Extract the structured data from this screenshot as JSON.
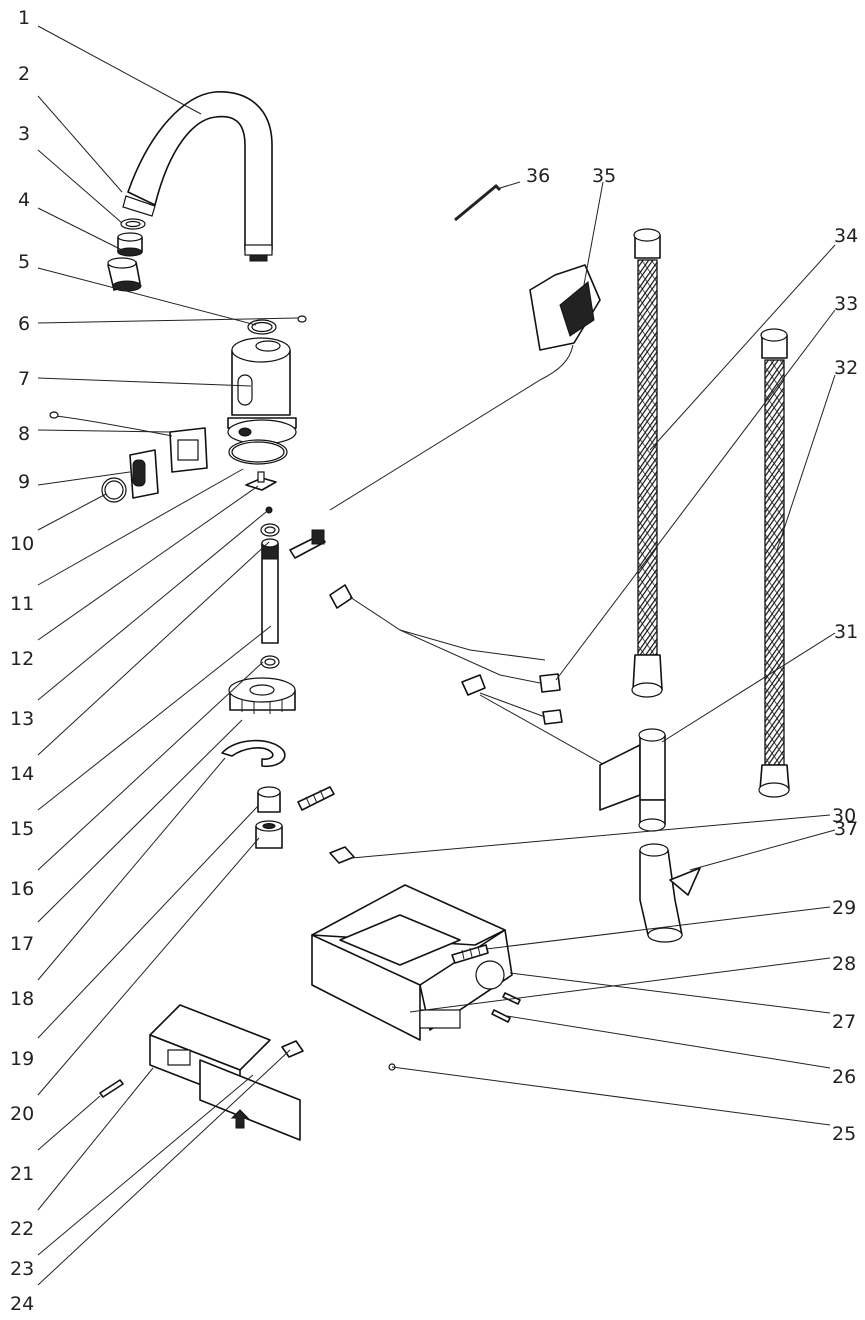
{
  "diagram": {
    "callouts": [
      {
        "id": "1",
        "label": "1"
      },
      {
        "id": "2",
        "label": "2"
      },
      {
        "id": "3",
        "label": "3"
      },
      {
        "id": "4",
        "label": "4"
      },
      {
        "id": "5",
        "label": "5"
      },
      {
        "id": "6",
        "label": "6"
      },
      {
        "id": "7",
        "label": "7"
      },
      {
        "id": "8",
        "label": "8"
      },
      {
        "id": "9",
        "label": "9"
      },
      {
        "id": "10",
        "label": "10"
      },
      {
        "id": "11",
        "label": "11"
      },
      {
        "id": "12",
        "label": "12"
      },
      {
        "id": "13",
        "label": "13"
      },
      {
        "id": "14",
        "label": "14"
      },
      {
        "id": "15",
        "label": "15"
      },
      {
        "id": "16",
        "label": "16"
      },
      {
        "id": "17",
        "label": "17"
      },
      {
        "id": "18",
        "label": "18"
      },
      {
        "id": "19",
        "label": "19"
      },
      {
        "id": "20",
        "label": "20"
      },
      {
        "id": "21",
        "label": "21"
      },
      {
        "id": "22",
        "label": "22"
      },
      {
        "id": "23",
        "label": "23"
      },
      {
        "id": "24",
        "label": "24"
      },
      {
        "id": "25",
        "label": "25"
      },
      {
        "id": "26",
        "label": "26"
      },
      {
        "id": "27",
        "label": "27"
      },
      {
        "id": "28",
        "label": "28"
      },
      {
        "id": "29",
        "label": "29"
      },
      {
        "id": "30",
        "label": "30"
      },
      {
        "id": "31",
        "label": "31"
      },
      {
        "id": "32",
        "label": "32"
      },
      {
        "id": "33",
        "label": "33"
      },
      {
        "id": "34",
        "label": "34"
      },
      {
        "id": "35",
        "label": "35"
      },
      {
        "id": "36",
        "label": "36"
      },
      {
        "id": "37",
        "label": "37"
      }
    ]
  }
}
